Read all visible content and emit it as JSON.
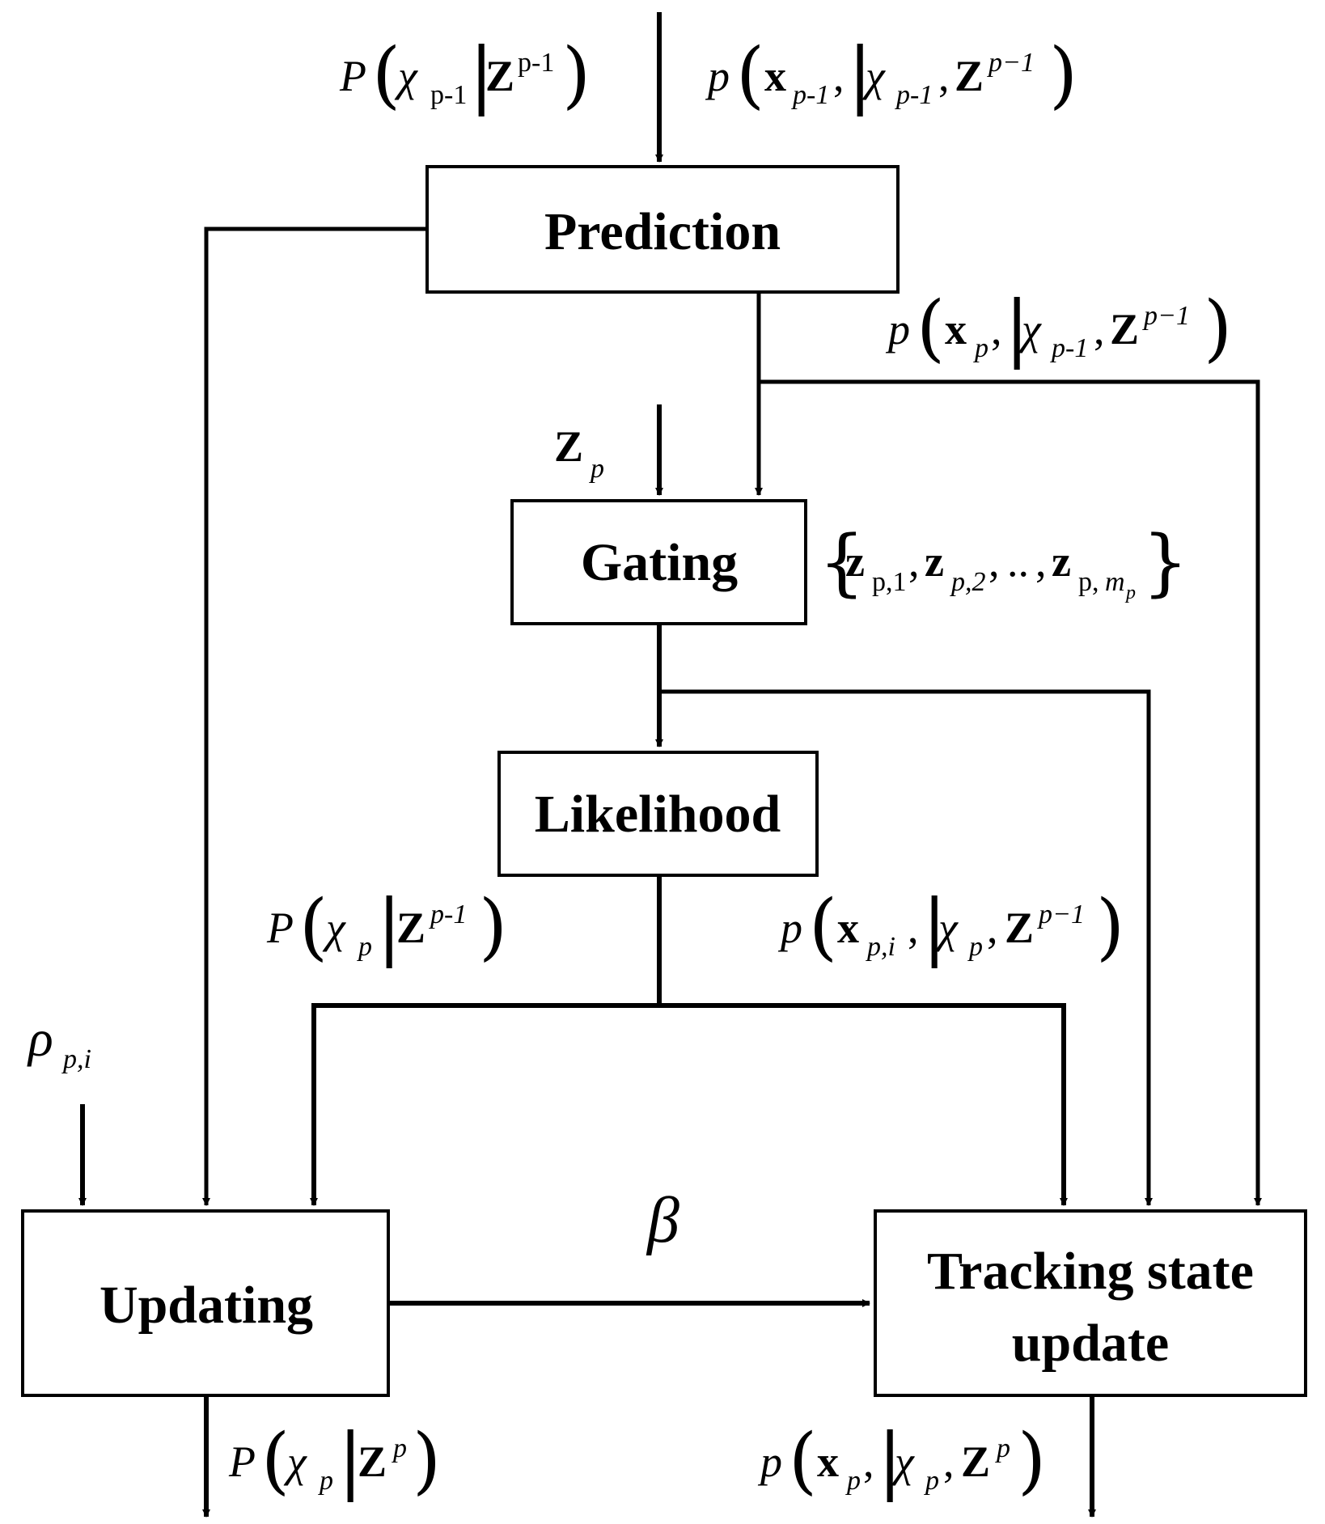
{
  "boxes": {
    "prediction": "Prediction",
    "gating": "Gating",
    "likelihood": "Likelihood",
    "updating": "Updating",
    "tracking_line1": "Tracking state",
    "tracking_line2": "update"
  },
  "labels": {
    "P": "P",
    "p": "p",
    "chi": "χ",
    "Z": "Z",
    "x": "x",
    "z": "z",
    "rho": "ρ",
    "beta": "β",
    "sub_p_1_roman": "p-1",
    "sub_p_1": "p-1",
    "sup_p_1": "p-1",
    "sup_p_minus_1": "p−1",
    "sub_p": "p",
    "sup_p": "p",
    "sub_p_i": "p,i",
    "sub_p1": "p,1",
    "sub_p2": "p,2",
    "sub_pm": "p,",
    "sub_m": "m",
    "sub_mp": "p",
    "ellipsis": "..",
    "comma": ",",
    "bar": "|",
    "lparen": "(",
    "rparen": ")",
    "lbrace": "{",
    "rbrace": "}"
  }
}
